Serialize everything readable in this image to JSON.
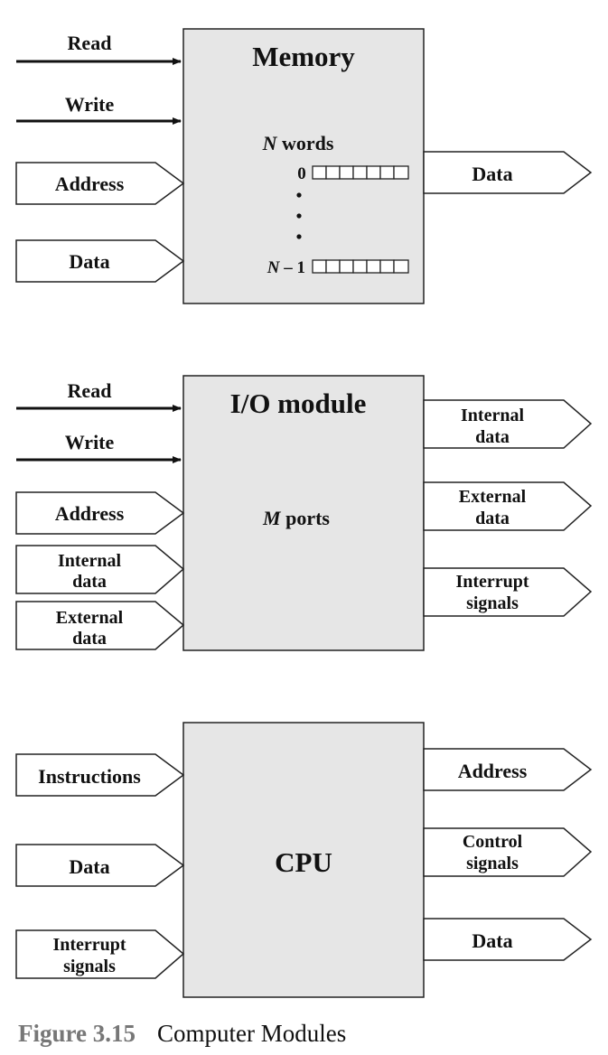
{
  "memory": {
    "title": "Memory",
    "words_var": "N",
    "words_text": " words",
    "first_index": "0",
    "last_index_var": "N",
    "last_index_rest": " – 1",
    "inputs": {
      "read": "Read",
      "write": "Write",
      "address": "Address",
      "data": "Data"
    },
    "outputs": {
      "data": "Data"
    }
  },
  "io_module": {
    "title": "I/O module",
    "ports_var": "M",
    "ports_text": " ports",
    "inputs": {
      "read": "Read",
      "write": "Write",
      "address": "Address",
      "internal_data_1": "Internal",
      "internal_data_2": "data",
      "external_data_1": "External",
      "external_data_2": "data"
    },
    "outputs": {
      "internal_data_1": "Internal",
      "internal_data_2": "data",
      "external_data_1": "External",
      "external_data_2": "data",
      "interrupt_1": "Interrupt",
      "interrupt_2": "signals"
    }
  },
  "cpu": {
    "title": "CPU",
    "inputs": {
      "instructions": "Instructions",
      "data": "Data",
      "interrupt_1": "Interrupt",
      "interrupt_2": "signals"
    },
    "outputs": {
      "address": "Address",
      "control_1": "Control",
      "control_2": "signals",
      "data": "Data"
    }
  },
  "caption": {
    "number": "Figure 3.15",
    "text": "Computer Modules"
  }
}
